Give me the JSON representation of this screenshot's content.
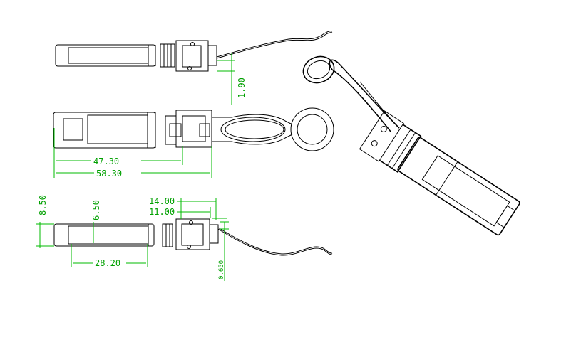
{
  "colors": {
    "outline": "#000000",
    "dimension": "#00bb00",
    "background": "#ffffff"
  },
  "dimensions": {
    "cable_diameter": "1.90",
    "housing_length": "47.30",
    "overall_length": "58.30",
    "height_8_50": "8.50",
    "height_6_50": "6.50",
    "body_width": "28.20",
    "top_dim_14": "14.00",
    "top_dim_11": "11.00",
    "small_dim": "0.650"
  }
}
